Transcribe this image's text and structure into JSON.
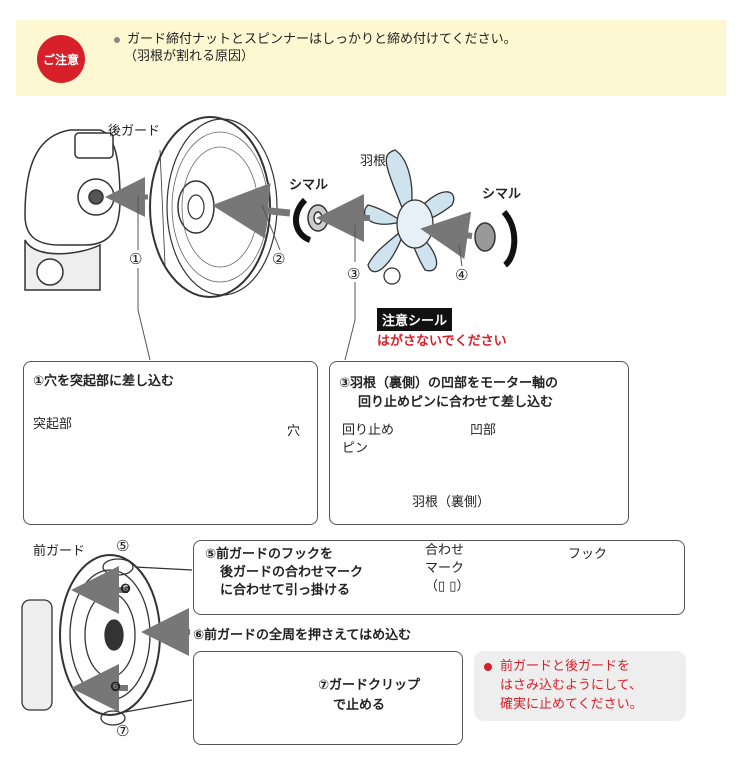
{
  "caution": {
    "badge": "ご注意",
    "line1": "ガード締付ナットとスピンナーはしっかりと締め付けてください。",
    "line2": "（羽根が割れる原因）"
  },
  "top_diagram": {
    "rear_guard": "後ガード",
    "blade": "羽根",
    "shimaru_1": "シマル",
    "shimaru_2": "シマル",
    "step1": "①",
    "step2": "②",
    "step3": "③",
    "step4": "④",
    "seal_tag": "注意シール",
    "seal_warning": "はがさないでください"
  },
  "box1": {
    "title": "①穴を突起部に差し込む",
    "protrusion": "突起部",
    "hole": "穴"
  },
  "box3": {
    "title_line1": "③羽根（裏側）の凹部をモーター軸の",
    "title_line2": "回り止めピンに合わせて差し込む",
    "pin_line1": "回り止め",
    "pin_line2": "ピン",
    "recess": "凹部",
    "blade_back": "羽根（裏側）"
  },
  "bottom": {
    "front_guard": "前ガード",
    "step5": "⑤",
    "step6a": "❻",
    "step6b": "❻",
    "step7": "⑦",
    "hook_text_line1": "⑤前ガードのフックを",
    "hook_text_line2": "後ガードの合わせマーク",
    "hook_text_line3": "に合わせて引っ掛ける",
    "mark_line1": "合わせ",
    "mark_line2": "マーク",
    "mark_line3": "（▯ ▯）",
    "hook": "フック",
    "press_text": "⑥前ガードの全周を押さえてはめ込む",
    "clip_line1": "⑦ガードクリップ",
    "clip_line2": "で止める",
    "note_line1": "前ガードと後ガードを",
    "note_line2": "はさみ込むようにして、",
    "note_line3": "確実に止めてください。"
  },
  "colors": {
    "caution_bg": "#fdf8d2",
    "badge_red": "#d8202a",
    "blade_blue": "#cfe3ef",
    "arrow_gray": "#777777",
    "note_bg": "#eeeeee"
  }
}
